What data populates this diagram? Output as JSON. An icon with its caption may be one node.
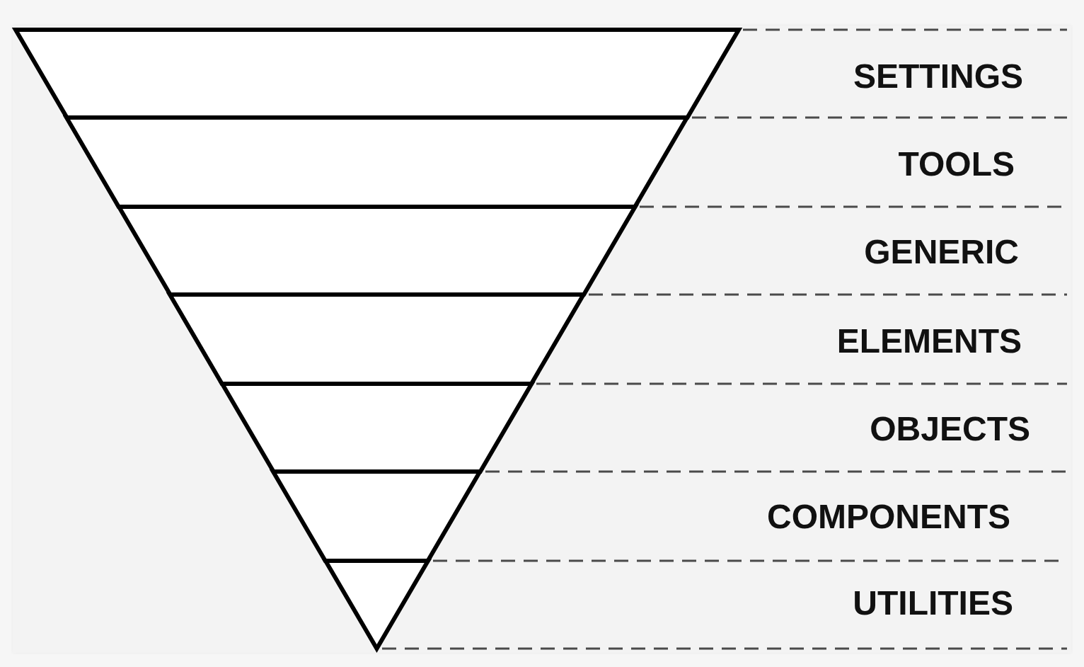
{
  "diagram": {
    "nodes": [
      {
        "text": [],
        "shape": "band"
      },
      {
        "text": [],
        "shape": "band"
      },
      {
        "text": [],
        "shape": "band"
      },
      {
        "text": [],
        "shape": "band"
      },
      {
        "text": [],
        "shape": "band"
      },
      {
        "text": [],
        "shape": "band"
      },
      {
        "text": [],
        "shape": "triangle"
      }
    ],
    "labels": [
      "SETTINGS",
      "TOOLS",
      "GENERIC",
      "ELEMENTS",
      "OBJECTS",
      "COMPONENTS",
      "UTILITIES"
    ]
  }
}
